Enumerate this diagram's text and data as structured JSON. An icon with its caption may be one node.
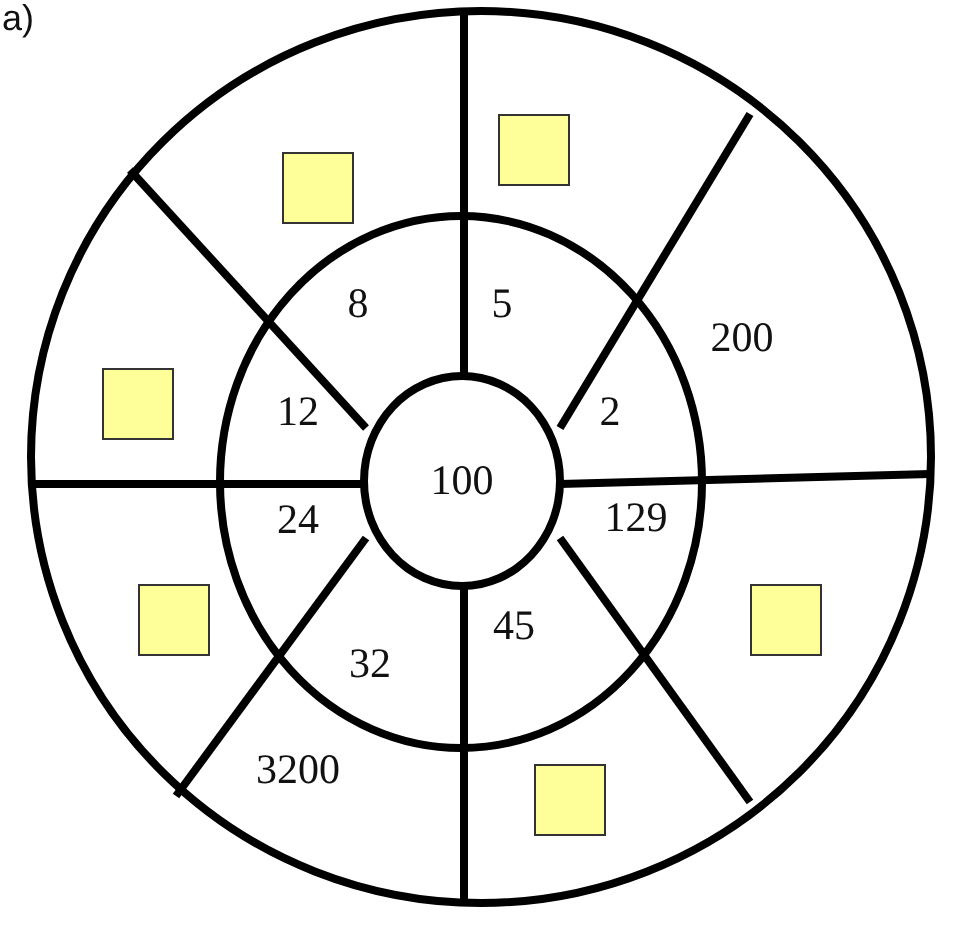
{
  "diagram": {
    "nodes": [
      {
        "text": [],
        "shape": "box"
      },
      {
        "text": [],
        "shape": "box"
      },
      {
        "text": [],
        "shape": "box"
      },
      {
        "text": [
          "100"
        ]
      },
      {
        "text": [],
        "shape": "box"
      },
      {
        "text": [],
        "shape": "box"
      },
      {
        "text": [],
        "shape": "box"
      }
    ],
    "labels": [
      "a)",
      "8",
      "5",
      "200",
      "12",
      "2",
      "24",
      "129",
      "45",
      "32",
      "3200"
    ]
  }
}
